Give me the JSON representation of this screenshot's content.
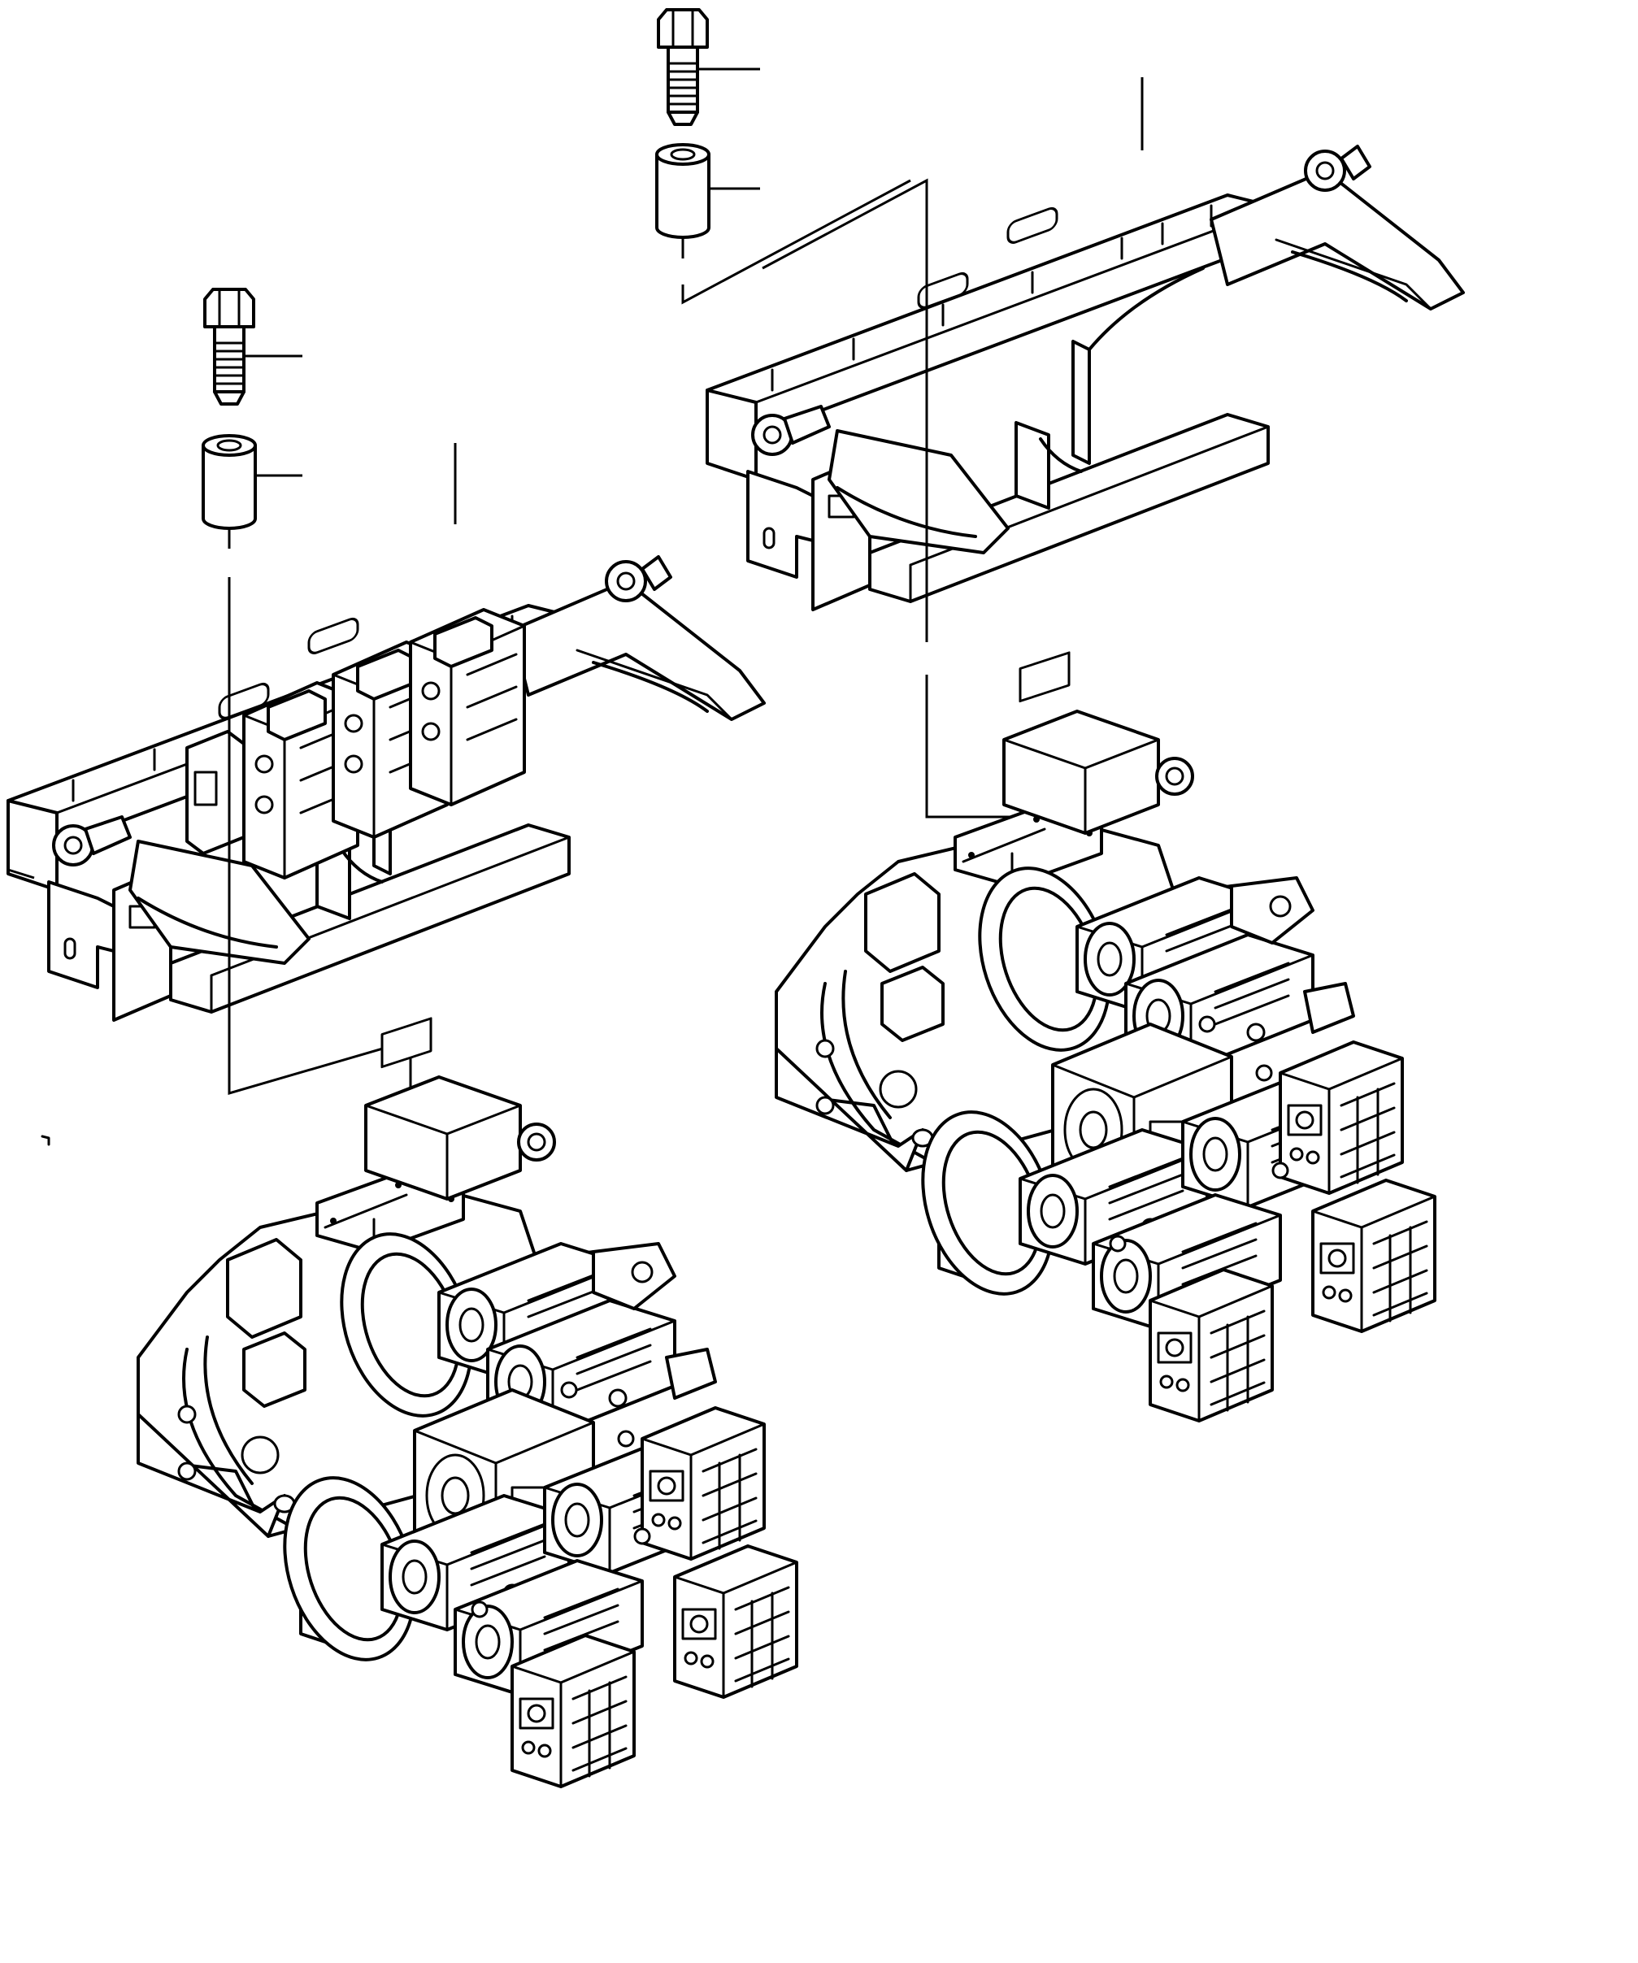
{
  "diagram": {
    "kind": "exploded parts view, line art",
    "ink_color": "#000000",
    "paper_color": "#ffffff",
    "parts": [
      {
        "id": "bolt-upper"
      },
      {
        "id": "spacer-upper"
      },
      {
        "id": "bracket-upper"
      },
      {
        "id": "bolt-lower"
      },
      {
        "id": "spacer-lower"
      },
      {
        "id": "bracket-lower-with-valves"
      },
      {
        "id": "pump-assembly-left"
      },
      {
        "id": "pump-assembly-right"
      }
    ],
    "labels": []
  }
}
